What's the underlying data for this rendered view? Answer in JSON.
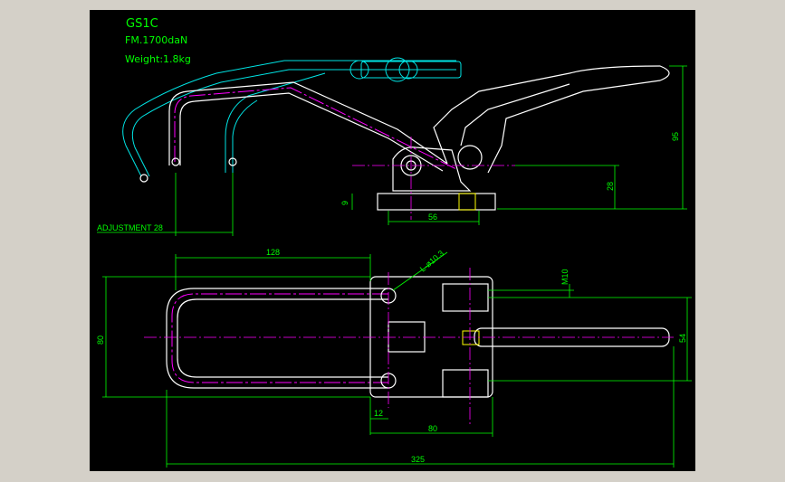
{
  "window": {
    "background_color": "#d4d0c8",
    "canvas_color": "#000000"
  },
  "title_block": {
    "model": "GS1C",
    "force": "FM.1700daN",
    "weight": "Weight:1.8kg"
  },
  "dimensions": {
    "adjustment": "ADJUSTMENT 28",
    "height_95": "95",
    "height_28": "28",
    "height_9": "9",
    "base_56": "56",
    "length_128": "128",
    "hole": "L-ø10.3",
    "thread": "M10",
    "width_80": "80",
    "width_54": "54",
    "offset_12": "12",
    "base_80": "80",
    "total_325": "325"
  },
  "colors": {
    "outline": "#ffffff",
    "hidden": "#00e5e5",
    "centerline": "#ff00ff",
    "dimension": "#00ff00",
    "accent": "#ffff00"
  }
}
